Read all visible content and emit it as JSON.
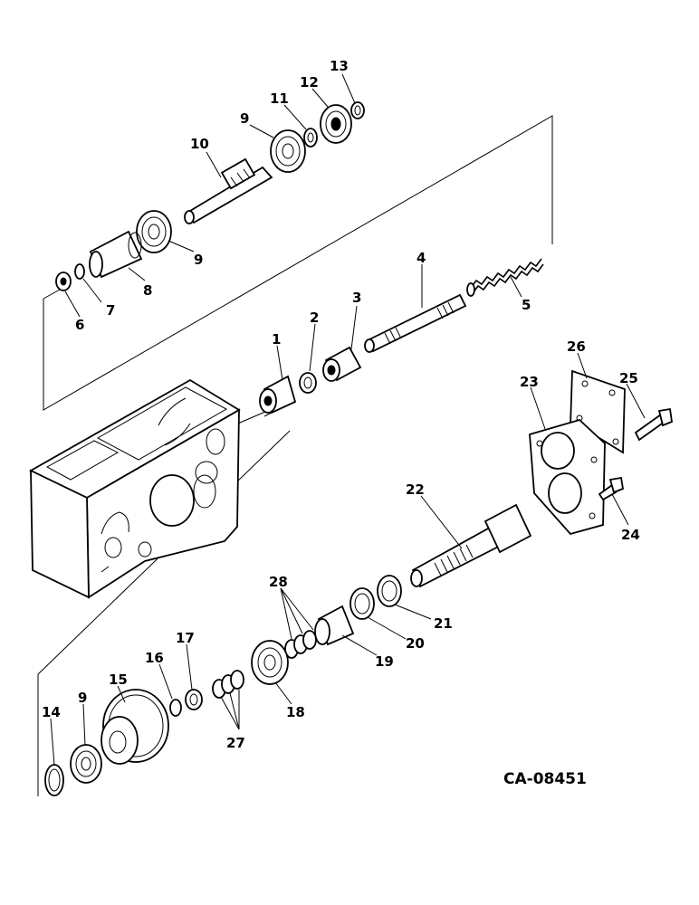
{
  "drawing_code": "CA-08451",
  "callouts": {
    "p1": "1",
    "p2": "2",
    "p3": "3",
    "p4": "4",
    "p5": "5",
    "p6": "6",
    "p7": "7",
    "p8": "8",
    "p9a": "9",
    "p9b": "9",
    "p9c": "9",
    "p10": "10",
    "p11": "11",
    "p12": "12",
    "p13": "13",
    "p14": "14",
    "p15": "15",
    "p16": "16",
    "p17": "17",
    "p18": "18",
    "p19": "19",
    "p20": "20",
    "p21": "21",
    "p22": "22",
    "p23": "23",
    "p24": "24",
    "p25": "25",
    "p26": "26",
    "p27": "27",
    "p28": "28"
  }
}
